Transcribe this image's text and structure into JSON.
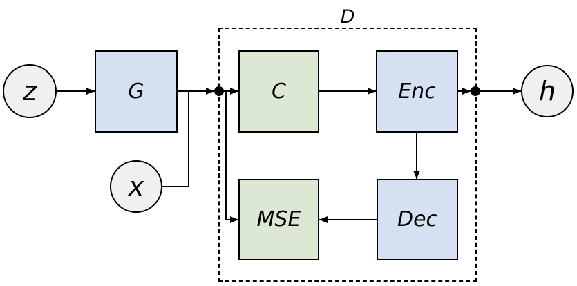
{
  "diagram": {
    "group_label": "D",
    "nodes": {
      "z": "z",
      "g": "G",
      "x": "x",
      "c": "C",
      "enc": "Enc",
      "dec": "Dec",
      "mse": "MSE",
      "h": "h"
    },
    "colors": {
      "process_box_blue": "#d5e1f2",
      "metric_box_green": "#dde8d4",
      "io_circle_gray": "#f0f0f0",
      "line_black": "#000000",
      "background_white": "#ffffff"
    }
  }
}
